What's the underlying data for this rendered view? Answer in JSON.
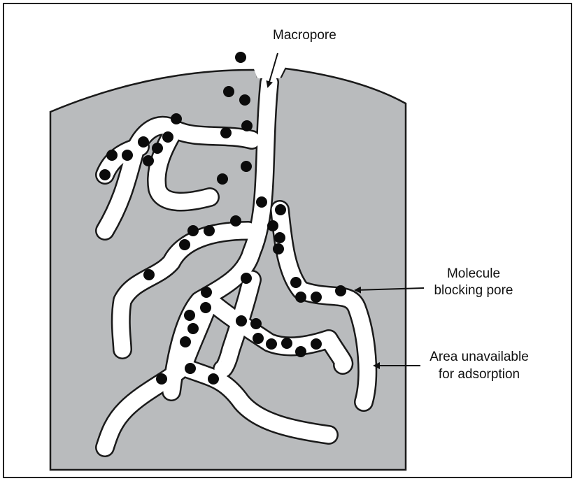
{
  "labels": {
    "macropore": "Macropore",
    "molecule_line1": "Molecule",
    "molecule_line2": "blocking pore",
    "area_line1": "Area unavailable",
    "area_line2": "for adsorption"
  },
  "colors": {
    "solid": "#b9bbbd",
    "pore": "#ffffff",
    "molecule": "#0b0b0b",
    "outline": "#1a1a1a"
  }
}
